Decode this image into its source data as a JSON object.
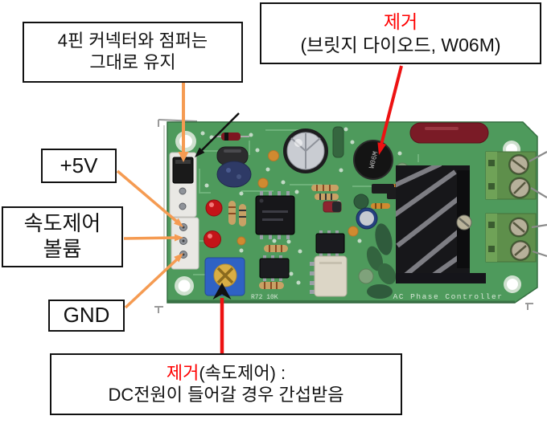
{
  "callouts": {
    "keep": {
      "lines": [
        "4핀 커넥터와 점퍼는",
        "그대로 유지"
      ]
    },
    "bridge": {
      "title": "제거",
      "subtitle": "(브릿지 다이오드, W06M)"
    },
    "v5": {
      "label": "+5V"
    },
    "speed": {
      "lines": [
        "속도제어",
        "볼륨"
      ]
    },
    "gnd": {
      "label": "GND"
    },
    "removeSpeed": {
      "title": "제거",
      "title_rest": "(속도제어) :",
      "line2": "DC전원이 들어갈 경우 간섭받음"
    }
  },
  "board": {
    "silkscreen": "AC Phase Controller",
    "bridge_marking": "W06M",
    "trimmer_label": "R72  10K",
    "components": [
      "4-pin connector with black jumper",
      "3-pin header (+5V / speed-control / GND)",
      "red LED x2",
      "blue trimmer potentiometer",
      "8-pin DIP IC",
      "small 8-pin IC x2",
      "white DIP component",
      "bridge diode W06M (round)",
      "large electrolytic capacitor",
      "small electrolytic capacitor",
      "dark red cylinder capacitor",
      "green film capacitors",
      "heatsink with triac",
      "screw terminal block x2",
      "mounting hole x4"
    ]
  },
  "colors": {
    "callout_accent": "#FF0000",
    "leader_orange": "#F59B52",
    "leader_red": "#ED1212",
    "board_green": "#4E9A5C",
    "box_border": "#111111"
  }
}
